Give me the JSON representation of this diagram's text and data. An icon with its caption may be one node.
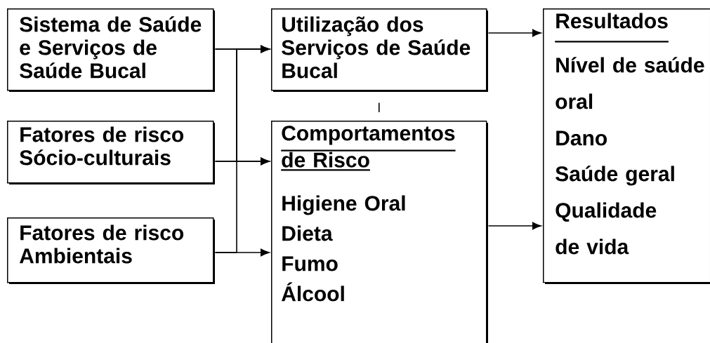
{
  "diagram": {
    "nodes": [
      {
        "text": [
          "Sistema de Saúde e Serviços de Saúde Bucal"
        ]
      },
      {
        "text": [
          "Fatores de risco Sócio-culturais"
        ]
      },
      {
        "text": [
          "Fatores de risco Ambientais"
        ]
      },
      {
        "text": [
          "Utilização dos Serviços de Saúde Bucal"
        ]
      },
      {
        "text": [
          "Comportamentos de Risco",
          "Higiene Oral",
          "Dieta",
          "Fumo",
          "Álcool"
        ]
      },
      {
        "text": [
          "Resultados",
          "Nível de saúde oral",
          "Dano",
          "Saúde geral",
          "Qualidade de vida"
        ]
      }
    ],
    "edges": [
      {
        "from": 0,
        "to": 3,
        "arrow": "to"
      },
      {
        "from": 0,
        "to": 4,
        "arrow": "to"
      },
      {
        "from": 1,
        "to": 3,
        "arrow": "to"
      },
      {
        "from": 1,
        "to": 4,
        "arrow": "to"
      },
      {
        "from": 2,
        "to": 3,
        "arrow": "to"
      },
      {
        "from": 2,
        "to": 4,
        "arrow": "to"
      },
      {
        "from": 3,
        "to": 4,
        "arrow": "none"
      },
      {
        "from": 3,
        "to": 5,
        "arrow": "to"
      },
      {
        "from": 4,
        "to": 5,
        "arrow": "to"
      }
    ]
  }
}
